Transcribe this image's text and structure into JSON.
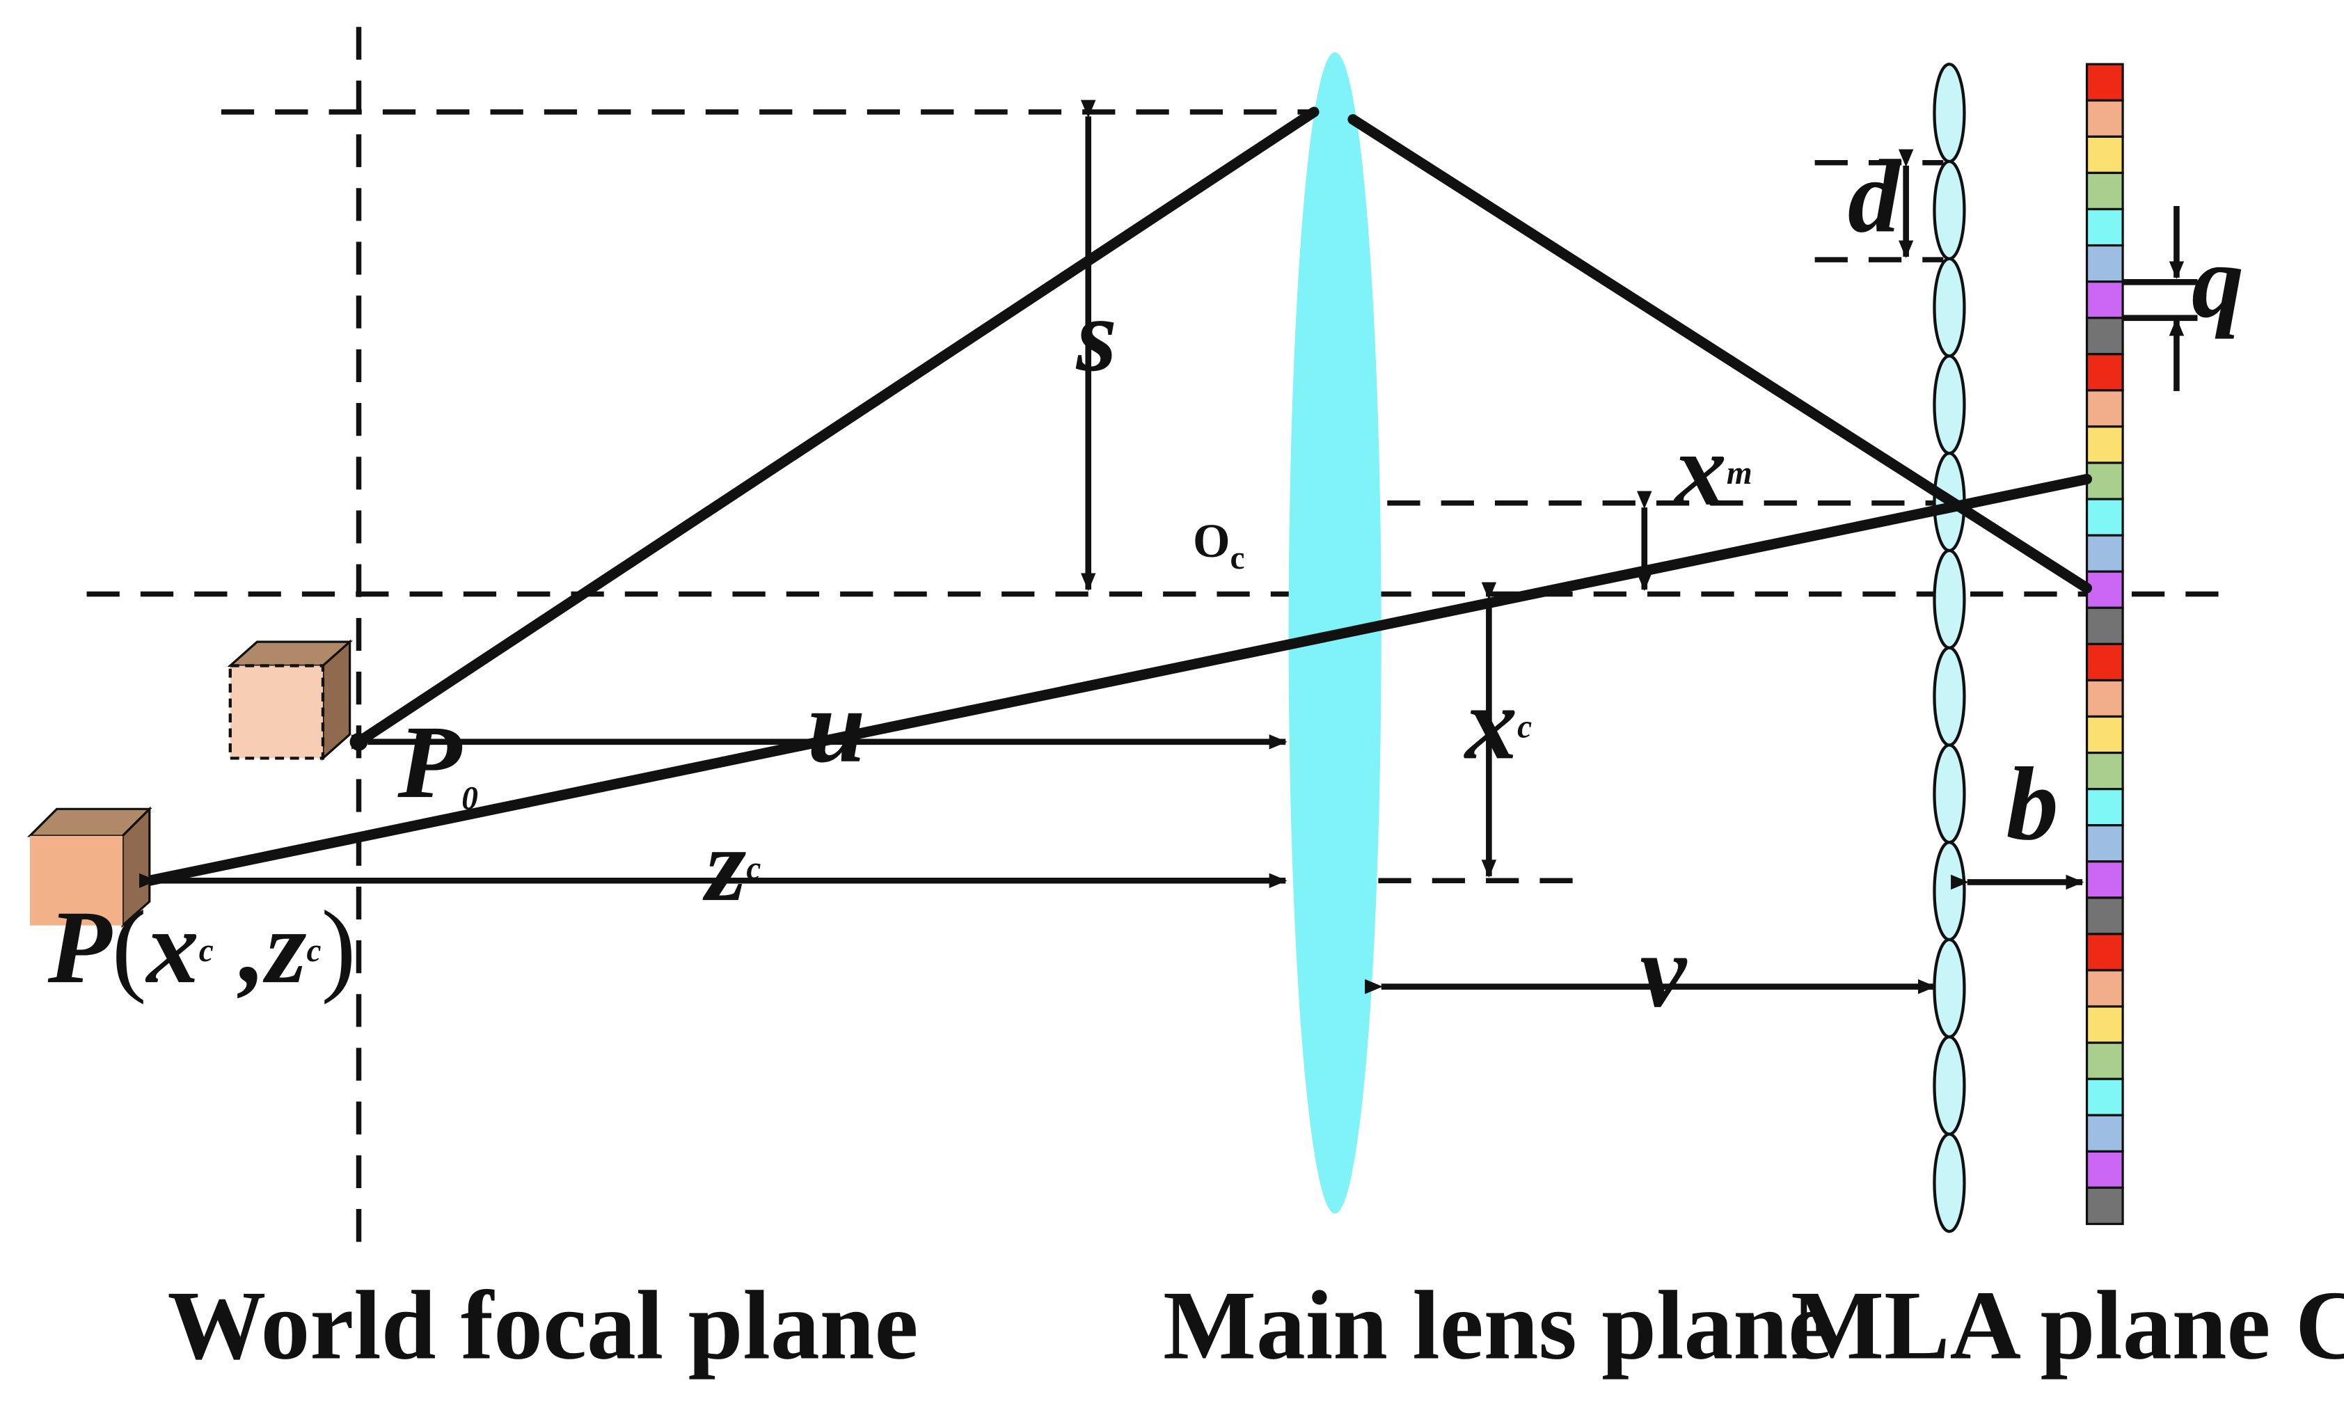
{
  "labels": {
    "s": "s",
    "u": "u",
    "v": "v",
    "d": "d",
    "q": "q",
    "b": "b",
    "xc_base": "x",
    "xc_sup": "c",
    "xm_base": "x",
    "xm_sup": "m",
    "zc_base": "z",
    "zc_sup": "c",
    "oc_base": "O",
    "oc_sub": "c",
    "p0_base": "P",
    "p0_sub": "0",
    "point_p": "P",
    "point_open": "(",
    "point_x": "x",
    "point_xsup": "c",
    "point_comma": " ,",
    "point_z": "z",
    "point_zsup": "c",
    "point_close": ")"
  },
  "captions": {
    "world": "World focal plane",
    "main": "Main lens plane",
    "mla": "MLA plane CCD sensor"
  },
  "colors": {
    "main_lens": "#7ff3f7",
    "microlens": "#c8f5f7",
    "cube_front_near": "#f7cdb4",
    "cube_front_far": "#f2b189",
    "cube_top": "#b08a68",
    "cube_side": "#8f6a4e",
    "sensor_pixels": [
      "#ee2a16",
      "#f2ad8a",
      "#fadf71",
      "#a9cf8e",
      "#7ff7f7",
      "#9dbde3",
      "#cc66f5",
      "#737373"
    ]
  },
  "microlens_count": 12,
  "sensor_pixel_count": 32
}
